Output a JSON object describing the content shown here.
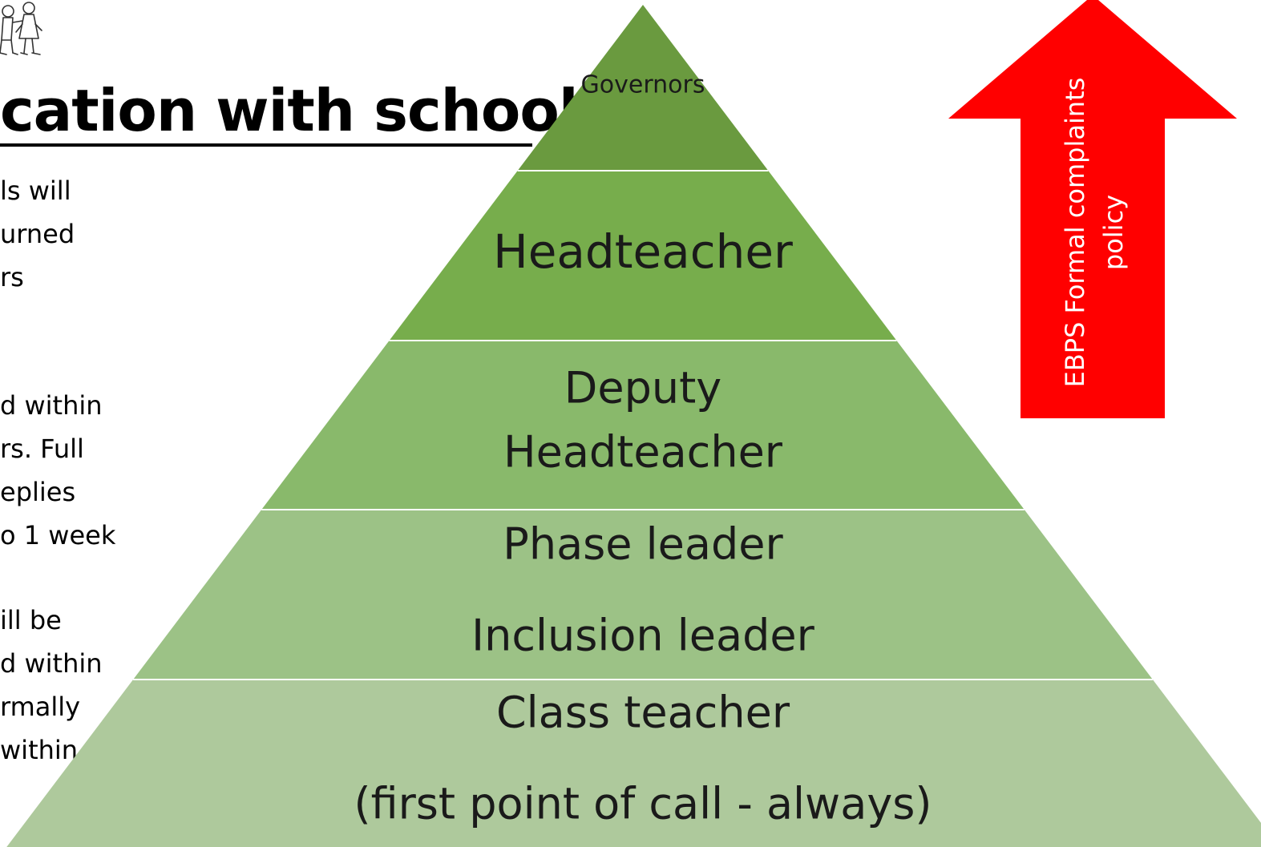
{
  "heading": "cation with school",
  "body_lines": [
    "ls will",
    "urned",
    "rs",
    "d within",
    "rs. Full",
    "eplies",
    "o 1 week",
    "ill be",
    "d within",
    "rmally",
    " within"
  ],
  "pyramid": {
    "tiers": [
      {
        "key": "governors",
        "lines": [
          "Governors"
        ],
        "color": "#6a9a3f"
      },
      {
        "key": "headteacher",
        "lines": [
          "Headteacher"
        ],
        "color": "#77ad4c"
      },
      {
        "key": "deputy",
        "lines": [
          "Deputy",
          "Headteacher"
        ],
        "color": "#89b96b"
      },
      {
        "key": "phase-inclusion",
        "lines": [
          "Phase leader",
          "Inclusion leader"
        ],
        "color": "#9cc286"
      },
      {
        "key": "class-teacher",
        "lines": [
          "Class teacher",
          "(first point of call - always)"
        ],
        "color": "#aec99c"
      }
    ]
  },
  "arrow": {
    "label_lines": [
      "EBPS Formal complaints",
      "policy"
    ],
    "color": "#ff0000",
    "text_color": "#ffffff",
    "direction": "up"
  }
}
